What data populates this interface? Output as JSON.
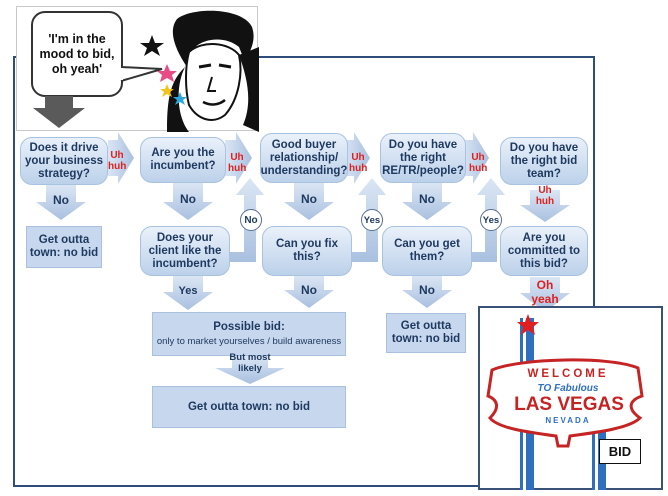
{
  "speech_bubble": {
    "text": "'I'm in the mood to bid, oh yeah'"
  },
  "column1": {
    "question": "Does it drive your business strategy?",
    "yes_label": "Uh huh",
    "no_label": "No",
    "result": "Get outta town: no bid"
  },
  "column2": {
    "question": "Are you the incumbent?",
    "yes_label": "Uh huh",
    "no_label": "No",
    "question2": "Does your client like the incumbent?",
    "circle_no": "No",
    "yes_label2": "Yes"
  },
  "column3": {
    "question": "Good buyer relationship/ understanding?",
    "yes_label": "Uh huh",
    "no_label": "No",
    "question2": "Can you fix this?",
    "circle_yes": "Yes",
    "no_label2": "No"
  },
  "column4": {
    "question": "Do you have the right RE/TR/people?",
    "yes_label": "Uh huh",
    "no_label": "No",
    "question2": "Can you get them?",
    "circle_yes": "Yes",
    "no_label2": "No",
    "result": "Get outta town: no bid"
  },
  "column5": {
    "question": "Do you have the right bid team?",
    "yes_label": "Uh huh",
    "question2": "Are you committed to this bid?",
    "final_yes": "Oh yeah"
  },
  "possible_bid": {
    "title": "Possible bid:",
    "subtitle": "only to market yourselves / build awareness",
    "arrow_label": "But most likely",
    "result": "Get outta town: no bid"
  },
  "vegas_sign": {
    "welcome": "WELCOME",
    "to_fabulous": "TO Fabulous",
    "las_vegas": "LAS VEGAS",
    "nevada": "NEVADA",
    "bid_label": "BID"
  },
  "colors": {
    "accent_red": "#e0201e",
    "box_blue": "#c7d8ee",
    "text_navy": "#1f3a60",
    "frame_navy": "#2f4d7a"
  }
}
